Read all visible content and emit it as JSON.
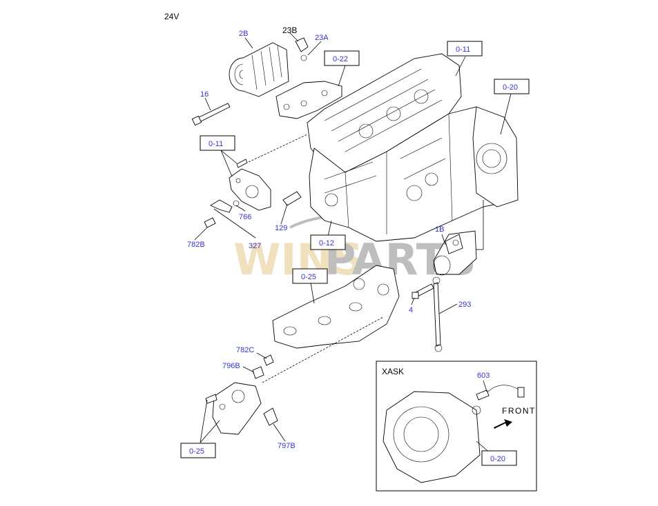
{
  "voltage_label": "24V",
  "watermark": {
    "part1": "WINS",
    "part2": "PARTS",
    "color1": "#e6c788",
    "color2": "#8a8a8a"
  },
  "inset": {
    "title": "XASK",
    "front_label": "FRONT"
  },
  "part_labels": {
    "p2B": "2B",
    "p23B": "23B",
    "p23A": "23A",
    "p16": "16",
    "p766": "766",
    "p782B": "782B",
    "p327": "327",
    "p129": "129",
    "p1B": "1B",
    "p4": "4",
    "p293": "293",
    "p782C": "782C",
    "p796B": "796B",
    "p797B": "797B",
    "p603": "603"
  },
  "ref_boxes": {
    "r022": "0-22",
    "r011_top": "0-11",
    "r020_top": "0-20",
    "r011_left": "0-11",
    "r012": "0-12",
    "r025_mid": "0-25",
    "r025_bottom": "0-25",
    "r020_inset": "0-20"
  },
  "colors": {
    "label": "#3333cc",
    "line": "#000000"
  }
}
